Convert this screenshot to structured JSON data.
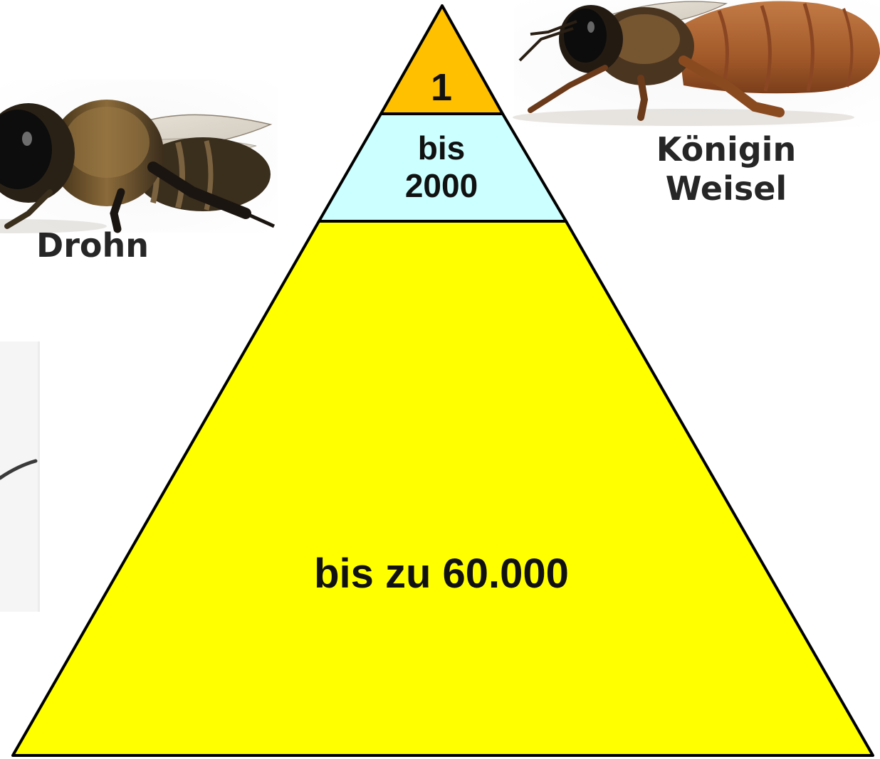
{
  "pyramid": {
    "tiers": [
      {
        "key": "queen",
        "label": "1",
        "color": "#FFC000"
      },
      {
        "key": "drones",
        "label_lines": [
          "bis",
          "2000"
        ],
        "color": "#CCFFFF"
      },
      {
        "key": "workers",
        "label": "bis zu 60.000",
        "color": "#FFFF00"
      }
    ],
    "outline_color": "#000000"
  },
  "labels": {
    "drone": "Drohn",
    "queen_lines": [
      "Königin",
      "Weisel"
    ]
  },
  "images": [
    {
      "name": "drone-bee-photo",
      "subject": "drone bee"
    },
    {
      "name": "queen-bee-photo",
      "subject": "queen bee"
    },
    {
      "name": "worker-bee-photo",
      "subject": "worker bee (partially visible at left edge)"
    }
  ]
}
